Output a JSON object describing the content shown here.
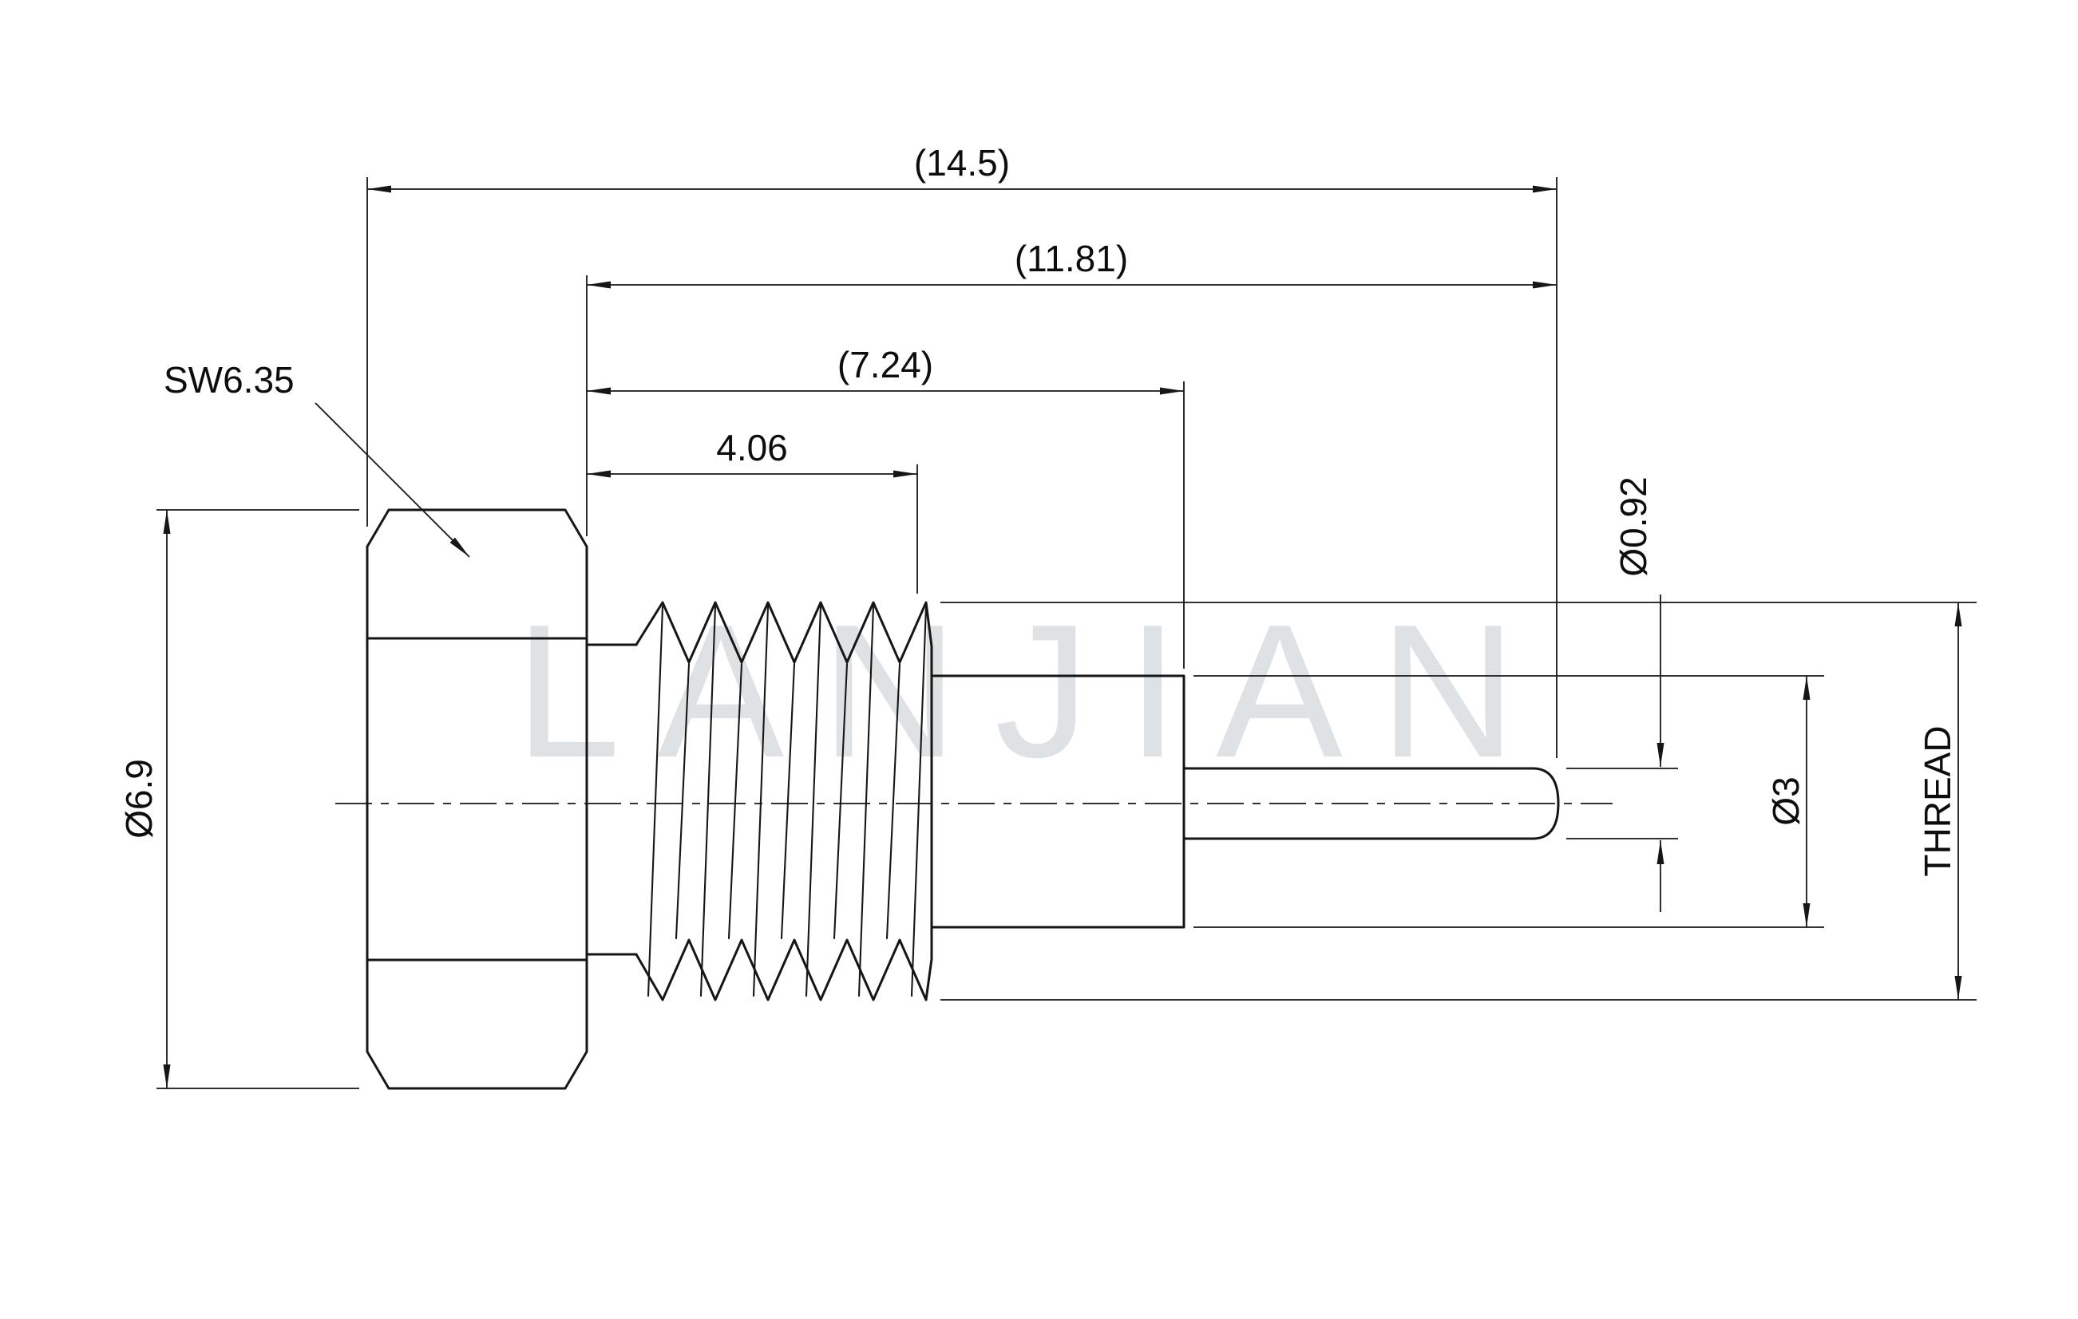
{
  "drawing": {
    "title_watermark": "LANJIAN",
    "colors": {
      "background": "#ffffff",
      "line": "#161616",
      "watermark": "#d8dcdf"
    },
    "labels": {
      "overall_length": "(14.5)",
      "shaft_length": "(11.81)",
      "mid_length": "(7.24)",
      "thread_length": "4.06",
      "hex_across_flats": "SW6.35",
      "hex_diameter": "Ø6.9",
      "pin_diameter": "Ø0.92",
      "cylinder_diameter": "Ø3",
      "thread_callout": "THREAD"
    }
  }
}
